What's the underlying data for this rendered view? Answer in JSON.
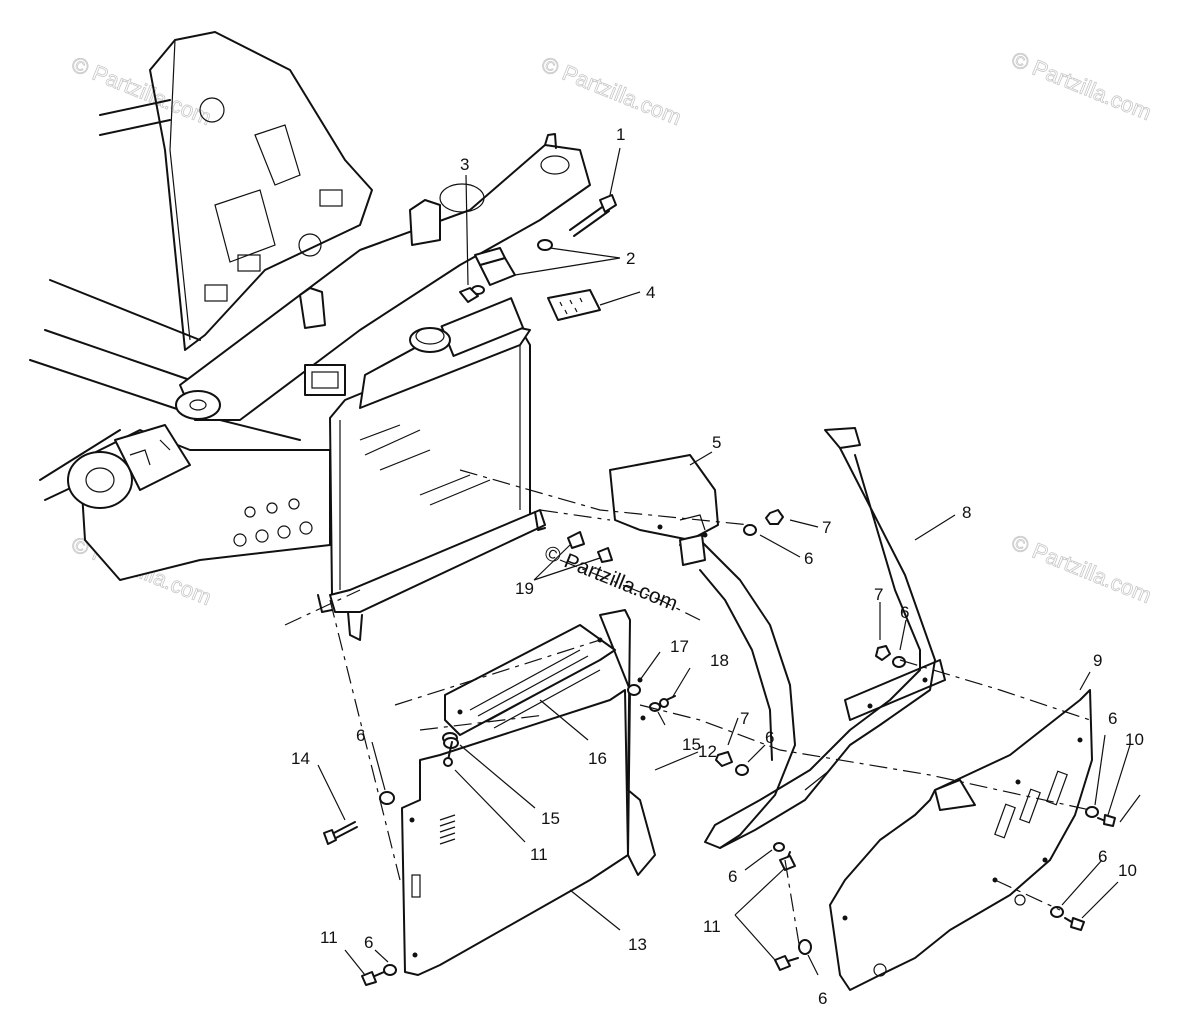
{
  "watermark": "© Partzilla.com",
  "callouts": [
    "1",
    "2",
    "3",
    "4",
    "5",
    "6",
    "7",
    "8",
    "9",
    "10",
    "11",
    "12",
    "13",
    "14",
    "15",
    "16",
    "17",
    "18",
    "19"
  ]
}
